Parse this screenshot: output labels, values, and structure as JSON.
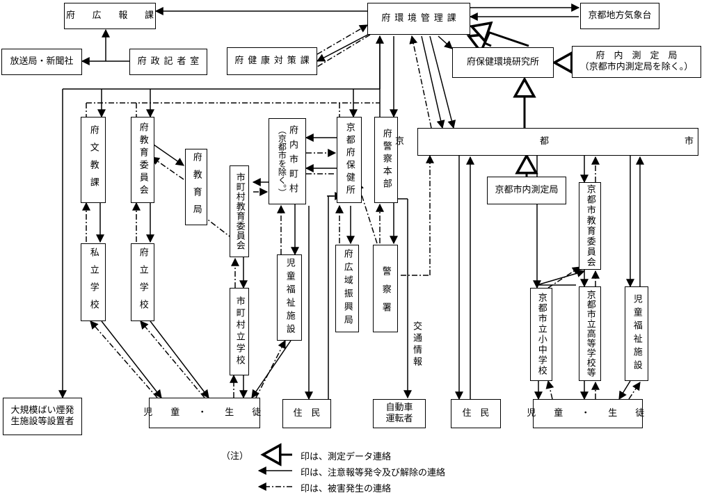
{
  "boxes": {
    "fu_kouhou": "府　広　報　課",
    "housou": "放送局・新聞社",
    "seiji_kisha": "府政記者室",
    "kankyo_kanri": "府環境管理課",
    "kisho": "京都地方気象台",
    "kenkou_taisaku": "府健康対策課",
    "hoken_kenkyu": "府保健環境研究所",
    "nai_sokutei_1": "府　内　測　定　局",
    "nai_sokutei_2": "（京都市内測定局を除く。）",
    "bunkyo": "府文教課",
    "kyoiku_iinkai": "府教育委員会",
    "kyoikukyoku": "府教育局",
    "shichoson_1": "府内市町村",
    "shichoson_2": "（京都市を除く。）",
    "hokenjo": "京都府保健所",
    "keisatsu_honbu": "府警察本部",
    "kyotoshi": "京　　　都　　　市",
    "shinai_sokutei": "京都市内測定局",
    "shi_kyoiku_iinkai": "市町村教育委員会",
    "shiritsu": "私立学校",
    "furitsu": "府立学校",
    "jido_fukushi": "児童福祉施設",
    "shichoson_gakko": "市町村立学校",
    "koiki_shinko": "府広域振興局",
    "keisatsusho": "警　察　署",
    "kyo_shi_kyoiku_iinkai": "京都市教育委員会",
    "kyo_shouchu": "京都市立小中学校",
    "kyo_koutou": "京都市立高等学校等",
    "kyo_jido_fukushi": "児童福祉施設",
    "baien_1": "大規模ばい煙発",
    "baien_2": "生施設等設置者",
    "jidou_seito": "児　童　・　生　徒",
    "jumin": "住　民",
    "driver_1": "自動車",
    "driver_2": "運転者",
    "jumin2": "住　民",
    "jidou_seito2": "児　童　・　生　徒"
  },
  "koutsu_label": "交通情報",
  "legend": {
    "note": "（注）",
    "measure": "印は、測定データ連絡",
    "alert": "印は、注意報等発令及び解除の連絡",
    "damage": "印は、被害発生の連絡"
  }
}
